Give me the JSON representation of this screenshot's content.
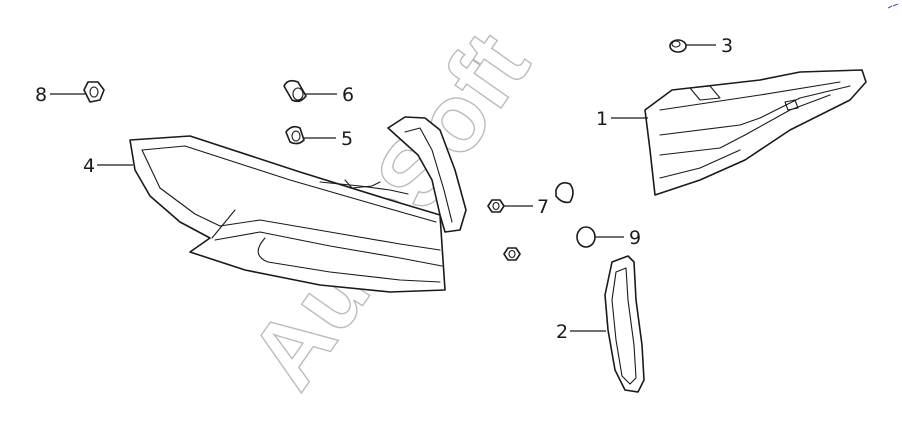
{
  "watermark": "AutoSoft",
  "parts": [
    {
      "id": "1",
      "label": "1"
    },
    {
      "id": "2",
      "label": "2"
    },
    {
      "id": "3",
      "label": "3"
    },
    {
      "id": "4",
      "label": "4"
    },
    {
      "id": "5",
      "label": "5"
    },
    {
      "id": "6",
      "label": "6"
    },
    {
      "id": "7",
      "label": "7"
    },
    {
      "id": "8",
      "label": "8"
    },
    {
      "id": "9",
      "label": "9"
    }
  ]
}
